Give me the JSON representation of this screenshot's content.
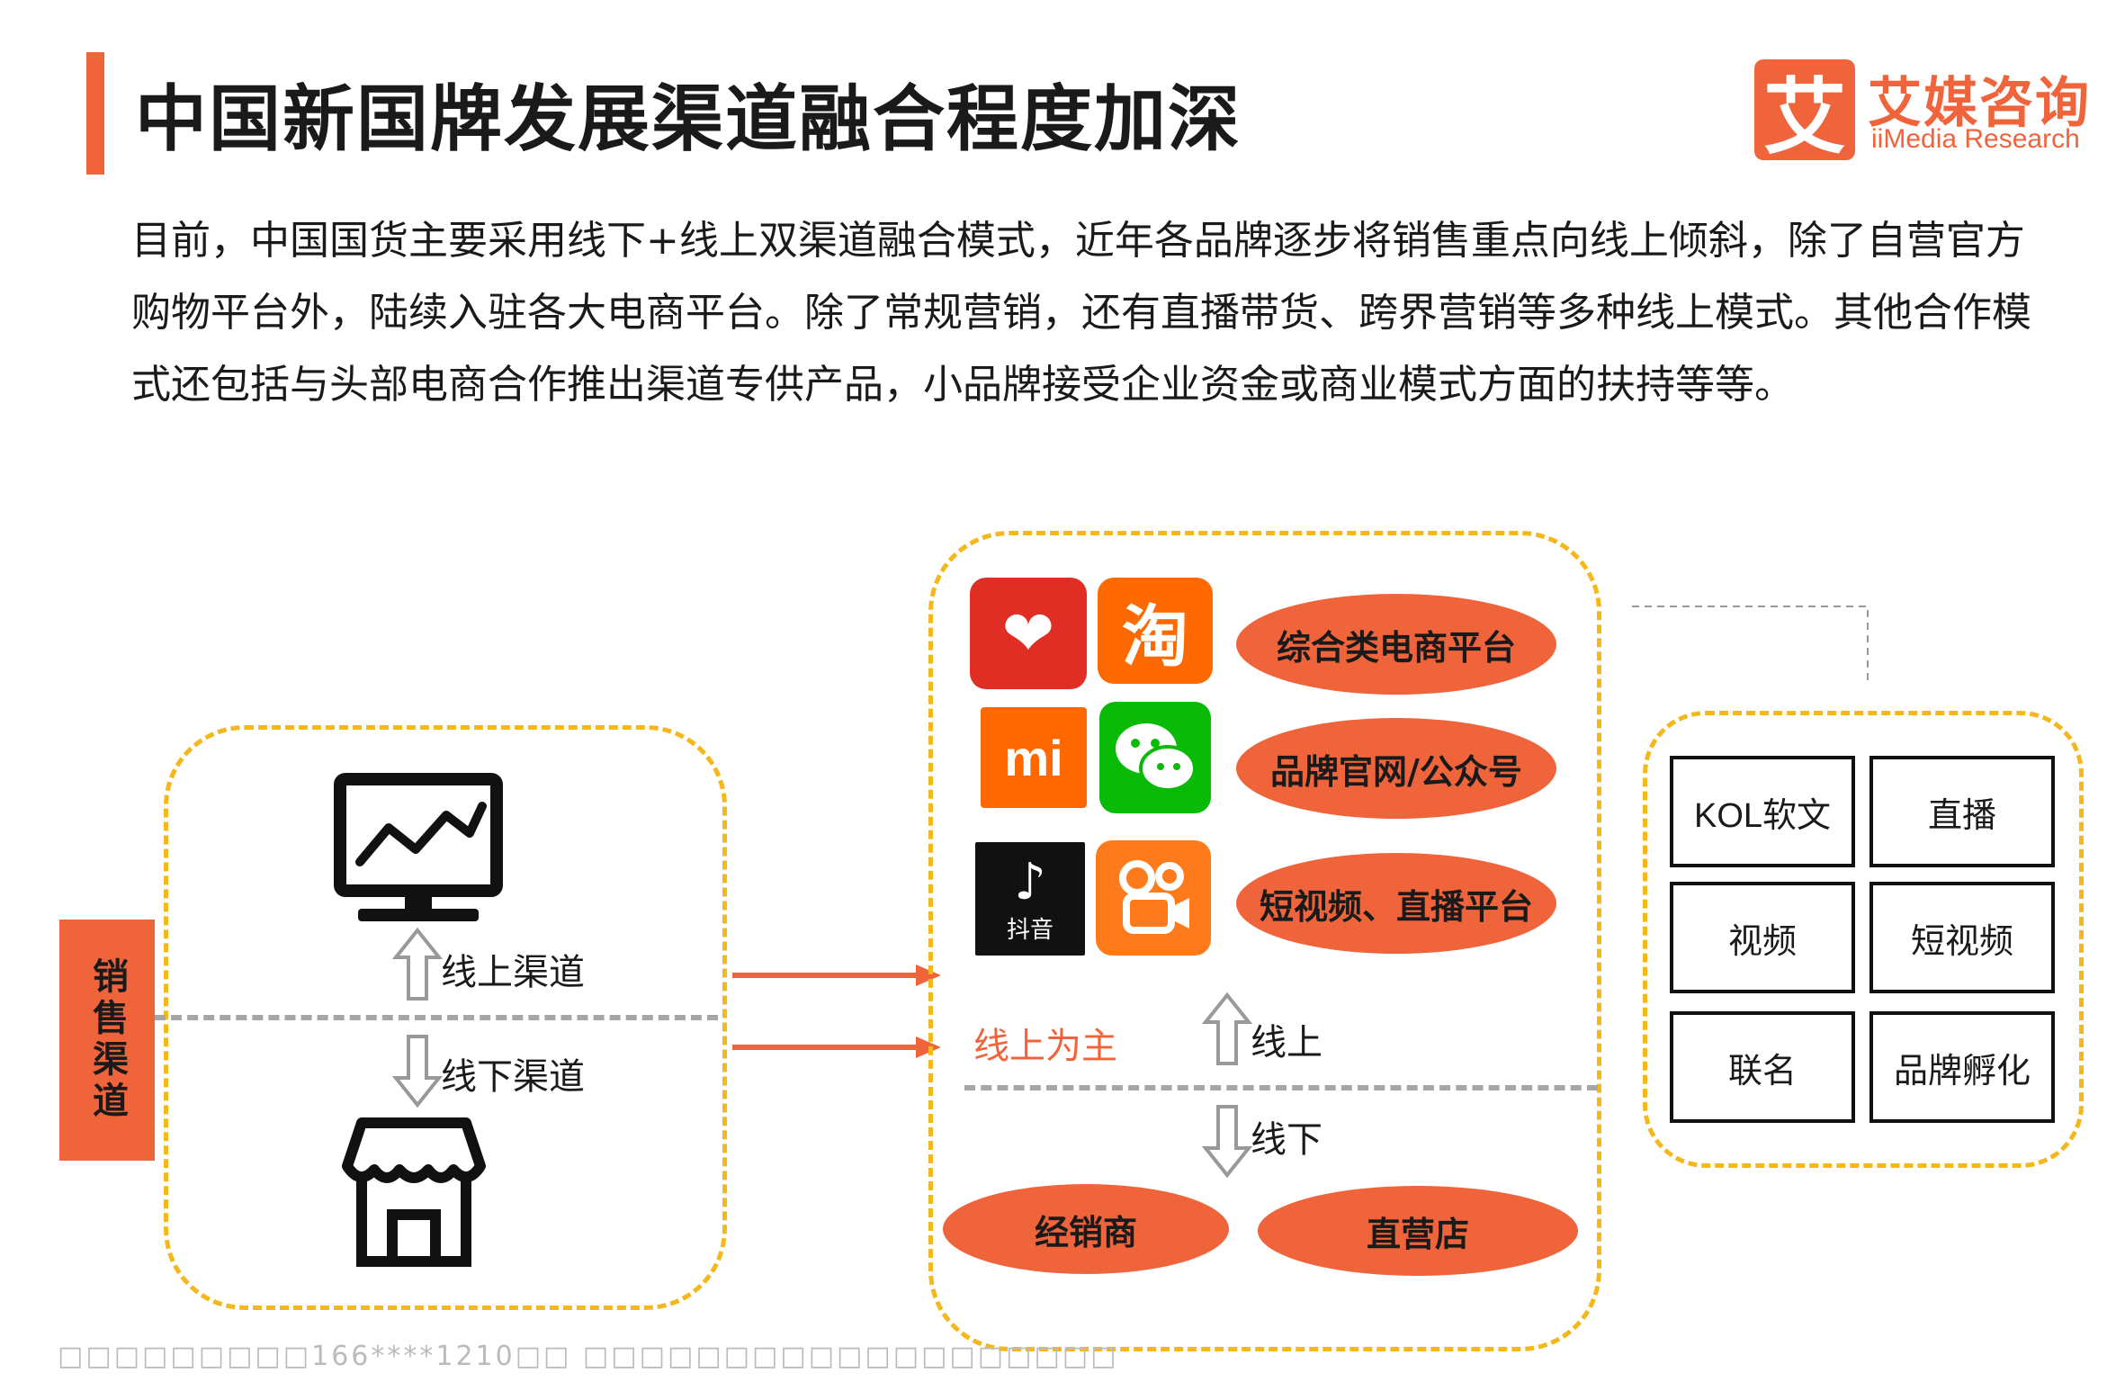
{
  "header": {
    "title": "中国新国牌发展渠道融合程度加深",
    "logo_mark": "艾",
    "logo_cn": "艾媒咨询",
    "logo_en": "iiMedia Research"
  },
  "intro": "目前，中国国货主要采用线下+线上双渠道融合模式，近年各品牌逐步将销售重点向线上倾斜，除了自营官方购物平台外，陆续入驻各大电商平台。除了常规营销，还有直播带货、跨界营销等多种线上模式。其他合作模式还包括与头部电商合作推出渠道专供产品，小品牌接受企业资金或商业模式方面的扶持等等。",
  "left_panel": {
    "side_label": "销售渠道",
    "online_label": "线上渠道",
    "offline_label": "线下渠道",
    "monitor_icon": "monitor-chart-icon",
    "store_icon": "storefront-icon"
  },
  "middle_panel": {
    "platform_types": [
      "综合类电商平台",
      "品牌官网/公众号",
      "短视频、直播平台"
    ],
    "app_icons": [
      {
        "name": "pinduoduo-icon",
        "glyph": "❤",
        "color": "#e02e24"
      },
      {
        "name": "taobao-icon",
        "glyph": "淘",
        "color": "#ff6a00"
      },
      {
        "name": "xiaomi-icon",
        "glyph": "mi",
        "color": "#ff6700"
      },
      {
        "name": "wechat-icon",
        "glyph": "●",
        "color": "#09bb07"
      },
      {
        "name": "douyin-icon",
        "glyph": "♪",
        "caption": "抖音",
        "color": "#111111"
      },
      {
        "name": "kuaishou-icon",
        "glyph": "◉",
        "color": "#ff7a1a"
      }
    ],
    "online_main_label": "线上为主",
    "online_label": "线上",
    "offline_label": "线下",
    "offline_channels": [
      "经销商",
      "直营店"
    ]
  },
  "right_panel": {
    "modes": [
      "KOL软文",
      "直播",
      "视频",
      "短视频",
      "联名",
      "品牌孵化"
    ]
  },
  "footer": "□□□□□□□□□166****1210□□ □□□□□□□□□□□□□□□□□□□",
  "colors": {
    "accent": "#f0643c",
    "dash_yellow": "#f5b81c",
    "gray": "#a6a6a6"
  }
}
